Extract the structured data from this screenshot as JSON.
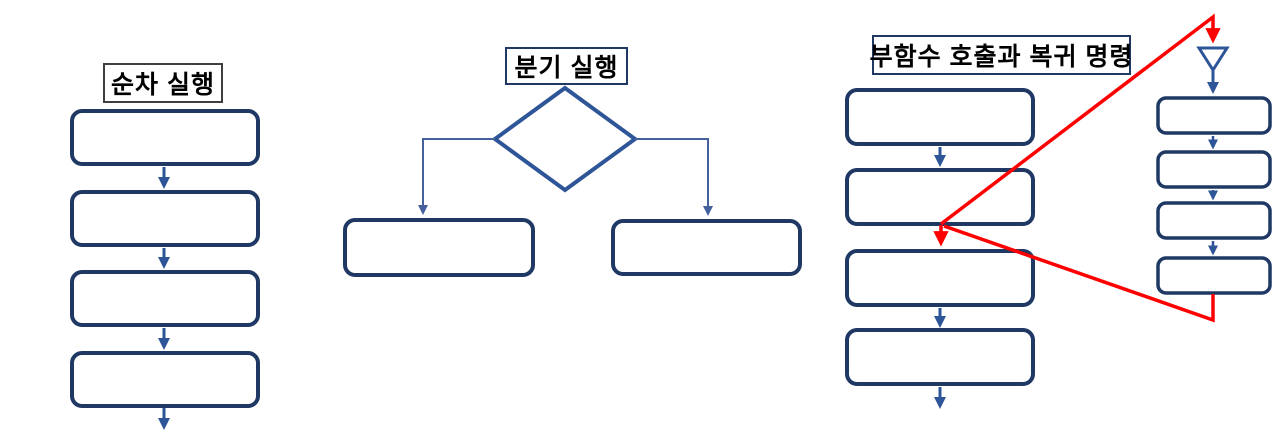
{
  "sections": {
    "sequential": {
      "title": "순차 실행",
      "box_count": 4
    },
    "branch": {
      "title": "분기 실행",
      "branch_count": 2
    },
    "subroutine": {
      "title": "부함수 호출과 복귀 명령",
      "main_box_count": 4,
      "sub_box_count": 4
    }
  },
  "colors": {
    "node_border": "#1f3864",
    "flow_arrow": "#2e5597",
    "branch_connector": "#44619d",
    "jump_line": "#ff0000",
    "label_border_dark": "#3f3f3f",
    "label_border_navy": "#1f3864",
    "label_text": "#000000",
    "background": "#ffffff"
  }
}
